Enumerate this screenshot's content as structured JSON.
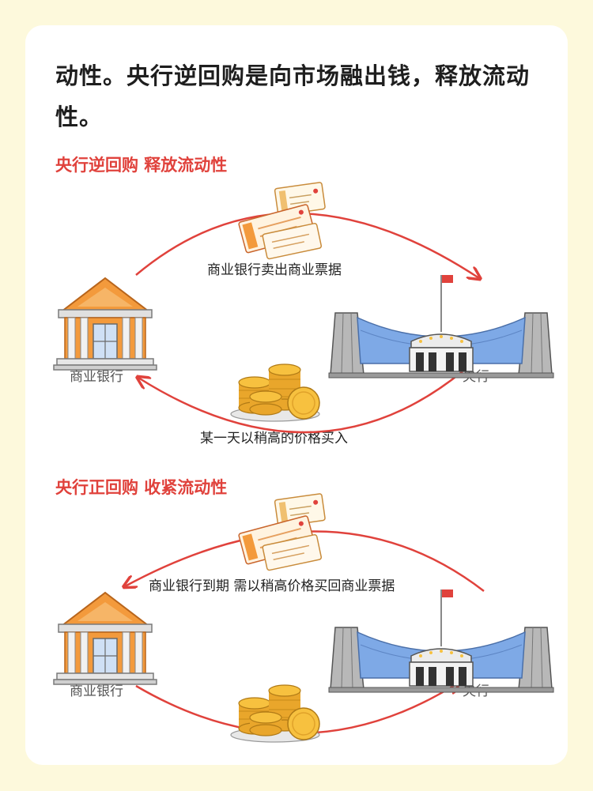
{
  "lead_text": "动性。央行逆回购是向市场融出钱，释放流动性。",
  "sections": [
    {
      "title": "央行逆回购 释放流动性",
      "top_label": "商业银行卖出商业票据",
      "bottom_label": "某一天以稍高的价格买入",
      "bank_label": "商业银行",
      "central_bank_label": "央行"
    },
    {
      "title": "央行正回购 收紧流动性",
      "top_label": "商业银行到期 需以稍高价格买回商业票据",
      "bottom_label": "",
      "bank_label": "商业银行",
      "central_bank_label": "央行"
    }
  ],
  "colors": {
    "accent_red": "#e0423c",
    "bank_orange": "#f39a3c",
    "coin_gold": "#f7c13f",
    "building_blue": "#7ea9e6"
  },
  "icons": [
    "bank-building-icon",
    "central-bank-building-icon",
    "bill-documents-icon",
    "gold-coins-icon",
    "flag-icon"
  ]
}
